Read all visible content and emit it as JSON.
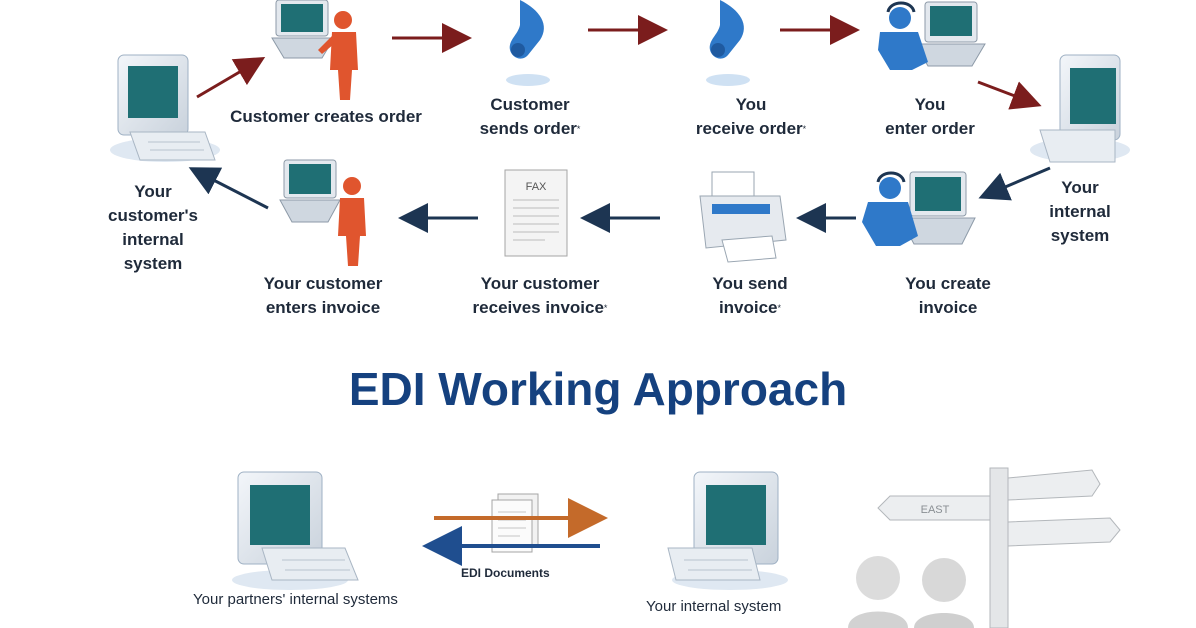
{
  "flow": {
    "customer_internal_system": [
      "Your",
      "customer's",
      "internal",
      "system"
    ],
    "customer_creates_order": "Customer creates order",
    "customer_sends_order": [
      "Customer",
      "sends order"
    ],
    "you_receive_order": [
      "You",
      "receive order"
    ],
    "you_enter_order": [
      "You",
      "enter order"
    ],
    "your_internal_system": [
      "Your",
      "internal",
      "system"
    ],
    "you_create_invoice": [
      "You create",
      "invoice"
    ],
    "you_send_invoice": [
      "You send",
      "invoice"
    ],
    "customer_receives_invoice": [
      "Your customer",
      "receives invoice"
    ],
    "customer_enters_invoice": [
      "Your customer",
      "enters invoice"
    ],
    "footnote_mark": "*"
  },
  "title": "EDI Working Approach",
  "edi": {
    "partners_systems": "Your partners' internal systems",
    "documents_label": "EDI Documents",
    "your_system": "Your internal system",
    "sign_text": "EAST"
  },
  "colors": {
    "title": "#15417f",
    "person_orange": "#e0552e",
    "phone_blue": "#2f79c9",
    "monitor_screen": "#1f6f74",
    "arrow_red": "#7b1d1d",
    "arrow_navy": "#1d3552",
    "arrow_orange": "#c46a2a",
    "arrow_blue": "#1f4e8f"
  }
}
